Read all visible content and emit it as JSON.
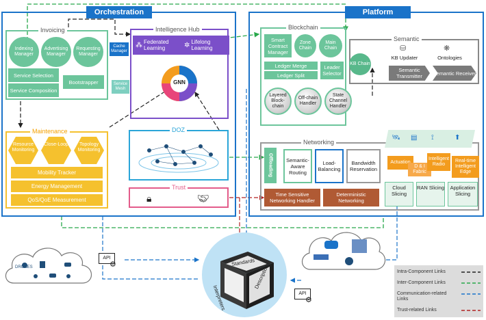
{
  "orchestration": {
    "title": "Orchestration",
    "invoicing": {
      "label": "Invoicing",
      "indexing": "Indexing Manager",
      "advertising": "Advertising Manager",
      "requesting": "Requesting Manager",
      "service_selection": "Service Selection",
      "service_composition": "Service Composition",
      "bootstrapper": "Bootstrapper"
    },
    "cache_manager": "Cache Manager",
    "service_mesh": "Service Mesh",
    "intelligence_hub": {
      "label": "Intelligence Hub",
      "federated": "Federated Learning",
      "lifelong": "Lifelong Learning",
      "gnn": "GNN"
    },
    "maintenance": {
      "label": "Maintenance",
      "resource": "Resource Monitoring",
      "closed_loop": "Close-Loop",
      "topology": "Topology Monitoring",
      "mobility": "Mobility Tracker",
      "energy": "Energy Management",
      "qos": "QoS/QoE Measurement"
    },
    "doz": "DOZ",
    "trust": "Trust"
  },
  "platform": {
    "title": "Platform",
    "blockchain": {
      "label": "Blockchain",
      "smart_contract": "Smart Contract Manager",
      "zone_chain": "Zone Chain",
      "main_chain": "Main Chain",
      "ledger_merge": "Ledger Merge",
      "ledger_split": "Ledger Split",
      "leader_selector": "Leader Selector",
      "layered": "Layered Block-chain",
      "offchain": "Off-chain Handler",
      "state_channel": "State Channel Handler"
    },
    "semantic": {
      "label": "Semantic",
      "kb_chain": "KB Chain",
      "kb_updater": "KB Updater",
      "ontologies": "Ontologies",
      "transmitter": "Semantic Transmitter",
      "receiver": "Semantic Receiver"
    },
    "networking": {
      "label": "Networking",
      "offloading": "Offloading",
      "semantic_routing": "Semantic-Aware Routing",
      "load_balancing": "Load-Balancing",
      "bandwidth": "Bandwidth Reservation",
      "tsn": "Time Sensitive Networking Handler",
      "deterministic": "Deterministic Networking",
      "actuation": "Actuation",
      "dai_fabric": "D & I Fabric",
      "intelligent_radio": "Intelligent Radio",
      "realtime_edge": "Real-time Intelligent Edge",
      "cloud_slicing": "Cloud Slicing",
      "ran_slicing": "RAN Slicing",
      "app_slicing": "Application Slicing"
    }
  },
  "center": {
    "standards": "Standards",
    "interpreters": "Interpreters",
    "descriptions": "Descriptions"
  },
  "api_left": "API",
  "api_right": "API",
  "drones": "DRONES",
  "legend": {
    "intra": "Intra-Component Links",
    "inter": "Inter-Component Links",
    "communication": "Communication-related Links",
    "trust": "Trust-related Links",
    "colors": {
      "intra": "#222222",
      "inter": "#27a84a",
      "communication": "#1a73c9",
      "trust": "#b22222"
    }
  }
}
